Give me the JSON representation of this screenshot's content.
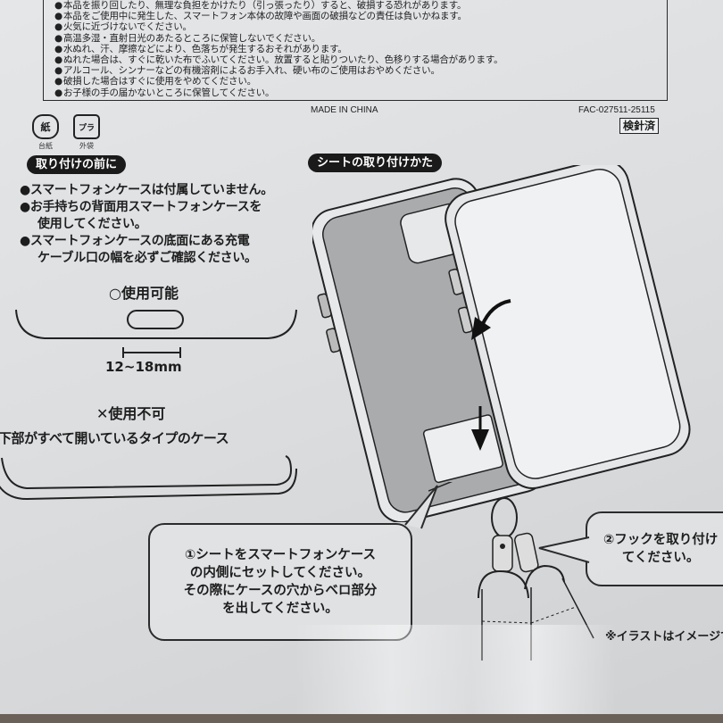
{
  "caution_box": {
    "items": [
      "本品を振り回したり、無理な負担をかけたり（引っ張ったり）すると、破損する恐れがあります。",
      "本品をご使用中に発生した、スマートフォン本体の故障や画面の破損などの責任は負いかねます。",
      "火気に近づけないでください。",
      "高温多湿・直射日光のあたるところに保管しないでください。",
      "水ぬれ、汗、摩擦などにより、色落ちが発生するおそれがあります。",
      "ぬれた場合は、すぐに乾いた布でふいてください。放置すると貼りついたり、色移りする場合があります。",
      "アルコール、シンナーなどの有機溶剤によるお手入れ、硬い布のご使用はおやめください。",
      "破損した場合はすぐに使用をやめてください。",
      "お子様の手の届かないところに保管してください。"
    ]
  },
  "origin": "MADE IN CHINA",
  "product_code": "FAC-027511-25115",
  "inspected_stamp": "検針済",
  "recycle_marks": [
    {
      "icon": "paper-recycle-icon",
      "symbol": "紙",
      "label": "台紙"
    },
    {
      "icon": "plastic-recycle-icon",
      "symbol": "プラ",
      "label": "外袋"
    }
  ],
  "before_install": {
    "title": "取り付けの前に",
    "items": [
      {
        "text": "スマートフォンケースは付属していません。",
        "bullet": true
      },
      {
        "text": "お手持ちの背面用スマートフォンケースを",
        "bullet": true
      },
      {
        "text": "使用してください。",
        "bullet": false
      },
      {
        "text": "スマートフォンケースの底面にある充電",
        "bullet": true
      },
      {
        "text": "ケーブル口の幅を必ずご確認ください。",
        "bullet": false
      }
    ],
    "ok_heading": "○使用可能",
    "ok_width": "12~18mm",
    "ng_heading": "✕使用不可",
    "ng_description": "下部がすべて開いているタイプのケース"
  },
  "how_to_attach": {
    "title": "シートの取り付けかた",
    "step1": "①シートをスマートフォンケース\nの内側にセットしてください。\nその際にケースの穴からベロ部分\nを出してください。",
    "step2": "②フックを取り付け\nてください。",
    "note": "※イラストはイメージです"
  },
  "colors": {
    "background": "#dcdee0",
    "ink": "#1d1d1d",
    "case_interior": "#a9abad",
    "pill_bg": "#1a1a1a"
  }
}
